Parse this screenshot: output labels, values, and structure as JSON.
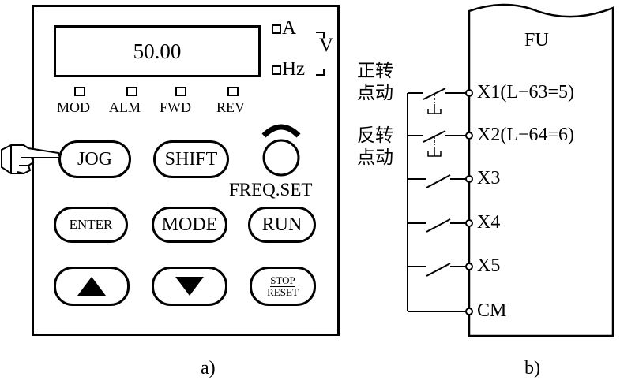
{
  "panel": {
    "display_value": "50.00",
    "unit_a": "A",
    "unit_hz": "Hz",
    "unit_v": "V",
    "leds": [
      "MOD",
      "ALM",
      "FWD",
      "REV"
    ],
    "buttons": {
      "jog": "JOG",
      "shift": "SHIFT",
      "enter": "ENTER",
      "mode": "MODE",
      "run": "RUN",
      "stop_top": "STOP",
      "stop_bottom": "RESET"
    },
    "knob_label": "FREQ.SET",
    "caption": "a)"
  },
  "wiring": {
    "device": "FU",
    "group1_line1": "正转",
    "group1_line2": "点动",
    "group2_line1": "反转",
    "group2_line2": "点动",
    "terminals": [
      "X1(L−63=5)",
      "X2(L−64=6)",
      "X3",
      "X4",
      "X5",
      "CM"
    ],
    "caption": "b)"
  }
}
